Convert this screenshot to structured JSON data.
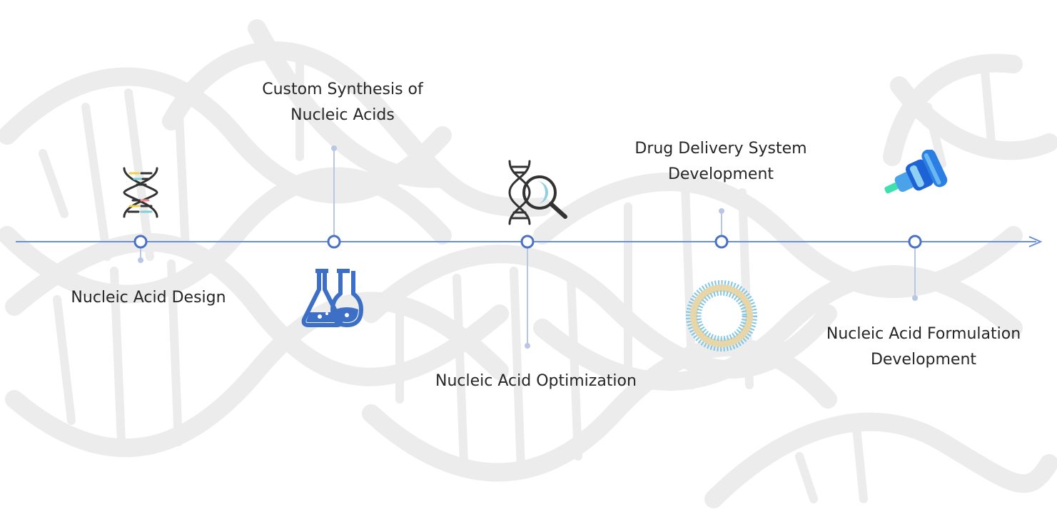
{
  "steps": [
    {
      "label_lines": [
        "Nucleic Acid Design"
      ],
      "icon": "dna-icon"
    },
    {
      "label_lines": [
        "Custom Synthesis of",
        "Nucleic Acids"
      ],
      "icon": "flasks-icon"
    },
    {
      "label_lines": [
        "Nucleic Acid Optimization"
      ],
      "icon": "dna-magnifier-icon"
    },
    {
      "label_lines": [
        "Drug Delivery System",
        "Development"
      ],
      "icon": "liposome-icon"
    },
    {
      "label_lines": [
        "Nucleic Acid Formulation",
        "Development"
      ],
      "icon": "syringe-icon"
    }
  ],
  "colors": {
    "timeline": "#6b8fd6",
    "node": "#4a72c4",
    "connector": "#b9c7e4",
    "dna_background": "#ececec",
    "text": "#262626"
  }
}
